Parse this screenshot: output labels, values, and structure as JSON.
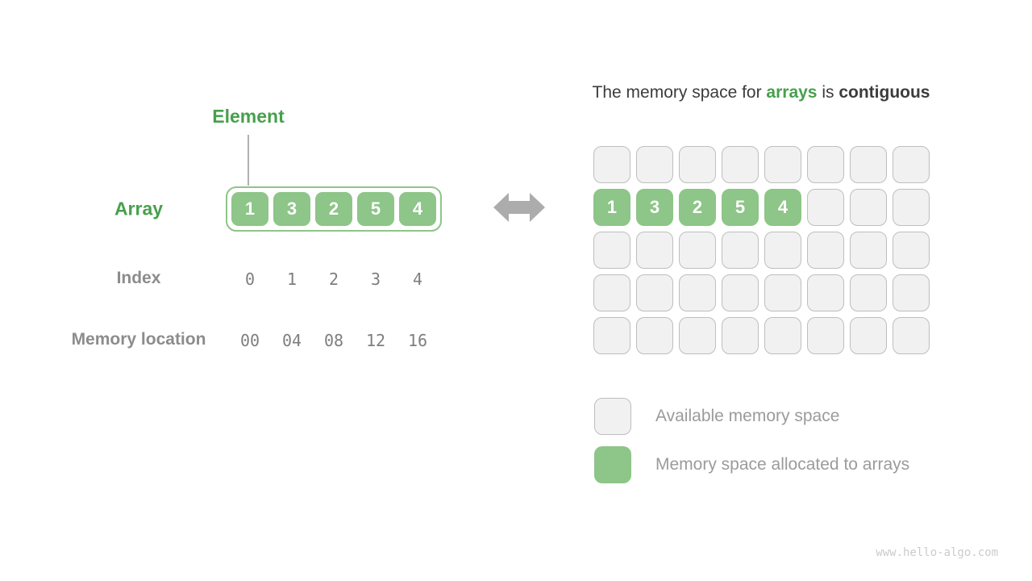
{
  "page": {
    "watermark": "www.hello-algo.com"
  },
  "colors": {
    "green": "#8EC588",
    "green_text": "#47A04C",
    "cell_bg": "#F1F1F1",
    "cell_border": "#BEBEBE",
    "label_gray": "#8C8C8C",
    "mono_gray": "#7E7E7E",
    "legend_gray": "#9B9B9B",
    "title_color": "#3C3C3C",
    "arrow_gray": "#ACACAC",
    "line_gray": "#B0B0B0",
    "watermark_gray": "#CBCBCB"
  },
  "left_panel": {
    "element_label": "Element",
    "array_label": "Array",
    "array_values": [
      "1",
      "3",
      "2",
      "5",
      "4"
    ],
    "index_label": "Index",
    "index_values": [
      "0",
      "1",
      "2",
      "3",
      "4"
    ],
    "memory_label": "Memory location",
    "memory_values": [
      "00",
      "04",
      "08",
      "12",
      "16"
    ]
  },
  "title": {
    "prefix": "The memory space for ",
    "highlight": "arrays",
    "middle": " is ",
    "bold": "contiguous"
  },
  "memory_grid": {
    "rows": 5,
    "cols": 8,
    "allocated_row_index": 1,
    "allocated_values": [
      "1",
      "3",
      "2",
      "5",
      "4"
    ]
  },
  "legend": {
    "items": [
      {
        "type": "available",
        "label": "Available memory space"
      },
      {
        "type": "allocated",
        "label": "Memory space allocated to arrays"
      }
    ]
  }
}
